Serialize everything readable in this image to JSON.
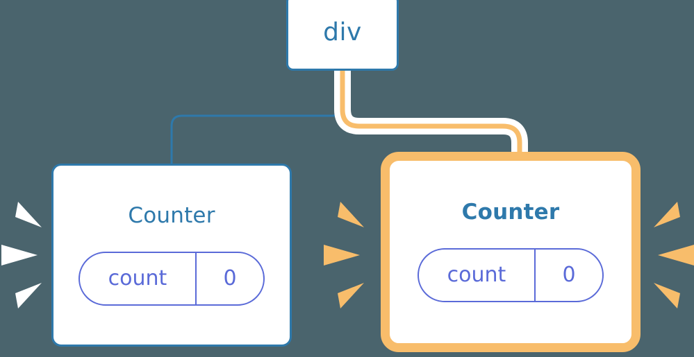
{
  "diagram": {
    "title": "component-tree-rerender",
    "background_color": "#4a646d",
    "colors": {
      "node_border_blue": "#2e79ab",
      "text_blue": "#2e79ab",
      "state_purple": "#5a6ad8",
      "highlight_orange": "#f8bd6b",
      "wire_blue": "#2e79ab",
      "wire_orange": "#f8bd6b",
      "halo_white": "#ffffff",
      "card_bg": "#ffffff"
    }
  },
  "nodes": {
    "root": {
      "label": "div",
      "highlighted": false
    },
    "counter_left": {
      "label": "Counter",
      "highlighted": false,
      "state": {
        "key": "count",
        "value": "0"
      }
    },
    "counter_right": {
      "label": "Counter",
      "highlighted": true,
      "state": {
        "key": "count",
        "value": "0"
      }
    }
  },
  "edges": [
    {
      "id": "root-to-counter-left",
      "from": "root",
      "to": "counter_left",
      "style": "thin-blue",
      "active": false
    },
    {
      "id": "root-to-counter-right",
      "from": "root",
      "to": "counter_right",
      "style": "thick-orange-halo",
      "active": true
    }
  ],
  "bursts": [
    {
      "id": "burst-left",
      "color": "#ffffff",
      "direction": "right",
      "rays": 3
    },
    {
      "id": "burst-middle",
      "color": "#f8bd6b",
      "direction": "right",
      "rays": 3
    },
    {
      "id": "burst-right",
      "color": "#f8bd6b",
      "direction": "left",
      "rays": 3
    }
  ]
}
